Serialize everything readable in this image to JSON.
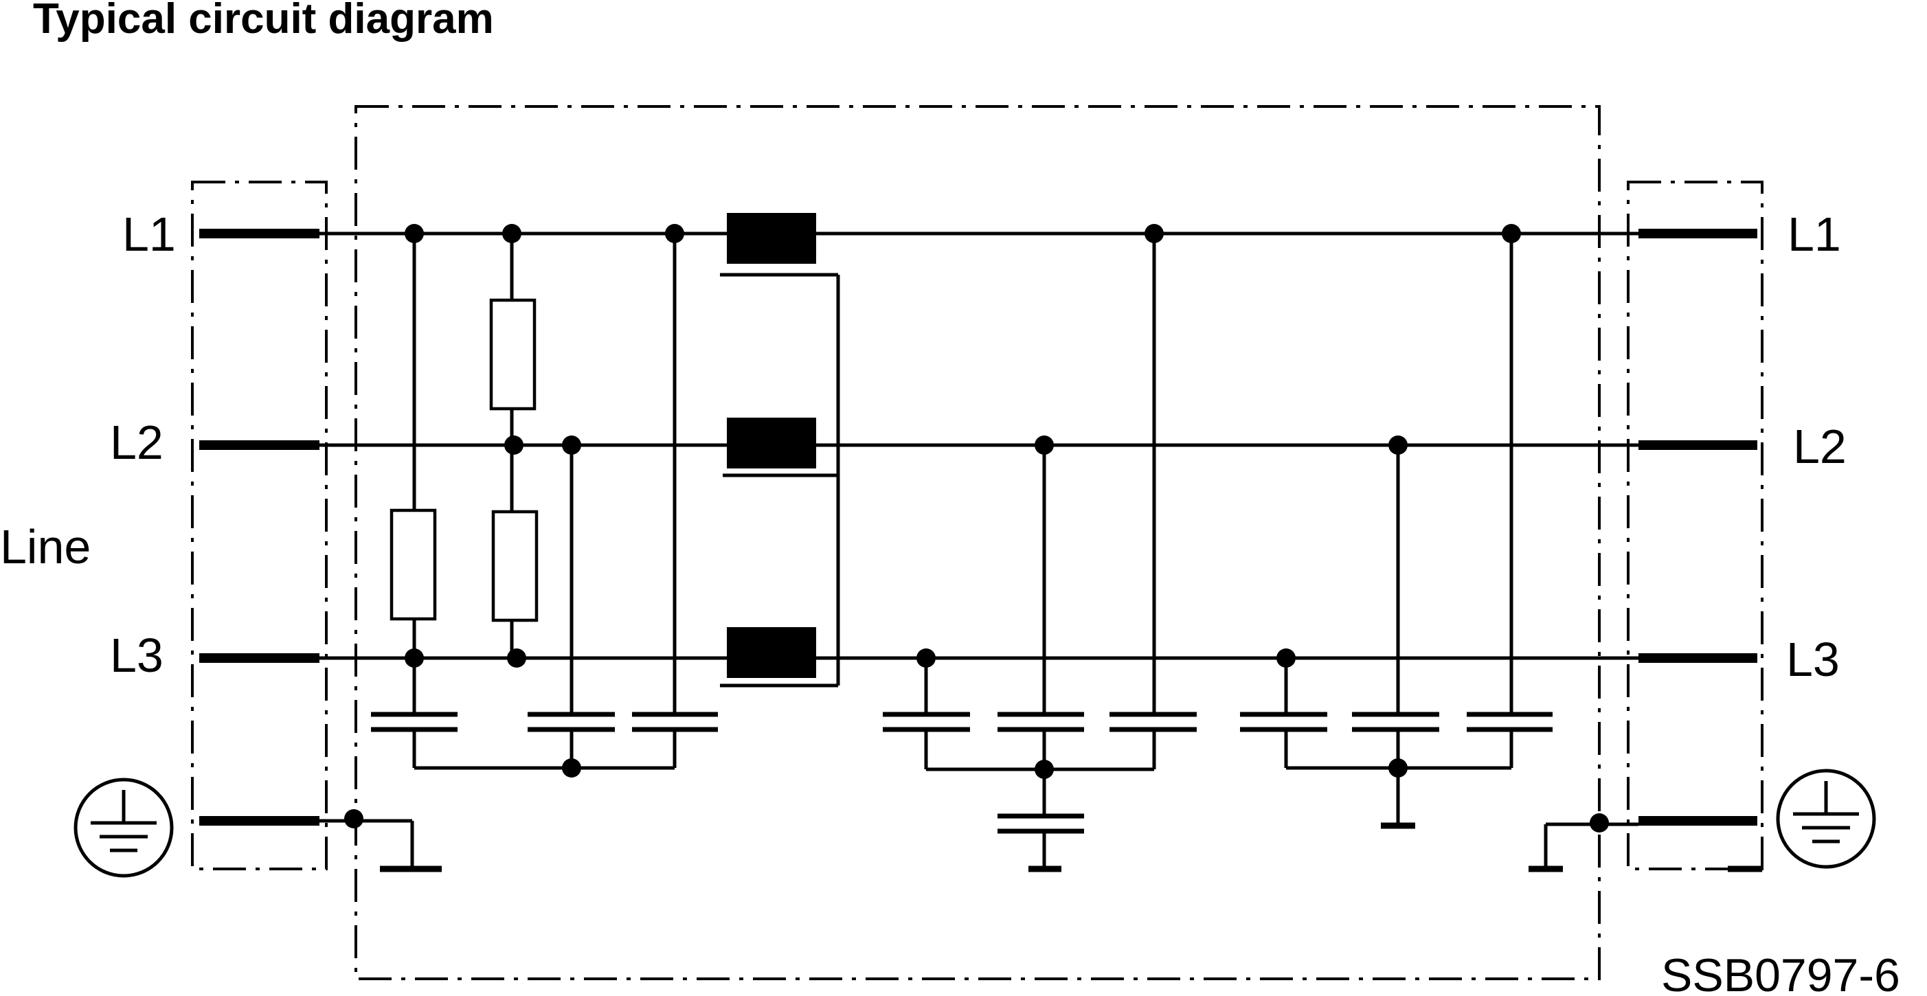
{
  "title": "Typical circuit diagram",
  "side_label": "Line",
  "lines_left": [
    "L1",
    "L2",
    "L3"
  ],
  "lines_right": [
    "L1",
    "L2",
    "L3"
  ],
  "figure_code": "SSB0797-6",
  "icons": {
    "ground_left": "protective-earth-icon",
    "ground_right": "protective-earth-icon"
  }
}
